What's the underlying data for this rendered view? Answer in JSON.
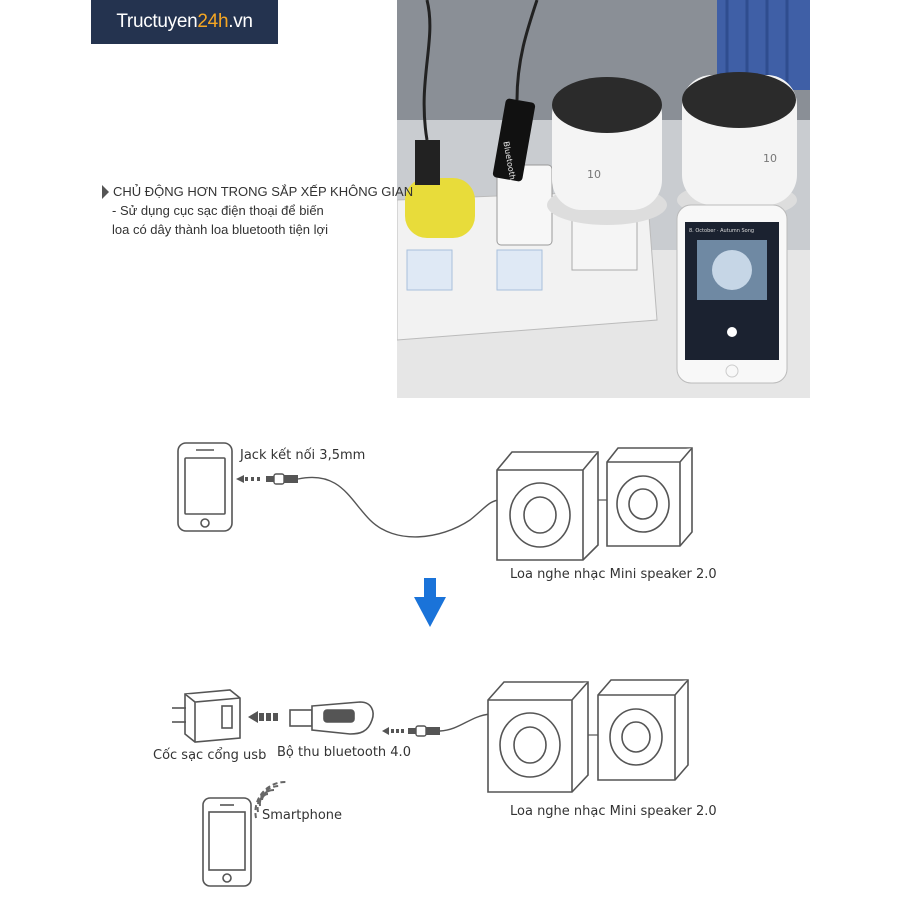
{
  "logo": {
    "part1": "Tructuyen",
    "part2": "24h",
    "part3": ".vn"
  },
  "callout": {
    "heading": "CHỦ ĐỘNG HƠN TRONG SẮP XẾP KHÔNG GIAN",
    "line1": "- Sử dụng cục sạc điện thoại để biến",
    "line2": "loa có dây thành loa bluetooth tiện lợi"
  },
  "photo": {
    "phone_song": "8. October · Autumn Song",
    "charger_brand": "Bluetooth",
    "speaker_mark": "10"
  },
  "diagram_top": {
    "jack_label": "Jack kết nối 3,5mm",
    "speaker_label": "Loa nghe nhạc Mini speaker 2.0"
  },
  "diagram_bottom": {
    "charger_label": "Cốc sạc cổng usb",
    "receiver_label": "Bộ thu bluetooth 4.0",
    "smartphone_label": "Smartphone",
    "speaker_label": "Loa nghe nhạc Mini speaker 2.0"
  },
  "colors": {
    "arrow": "#1a73d9",
    "logo_bg": "#24334f",
    "logo_accent": "#f5a623"
  }
}
